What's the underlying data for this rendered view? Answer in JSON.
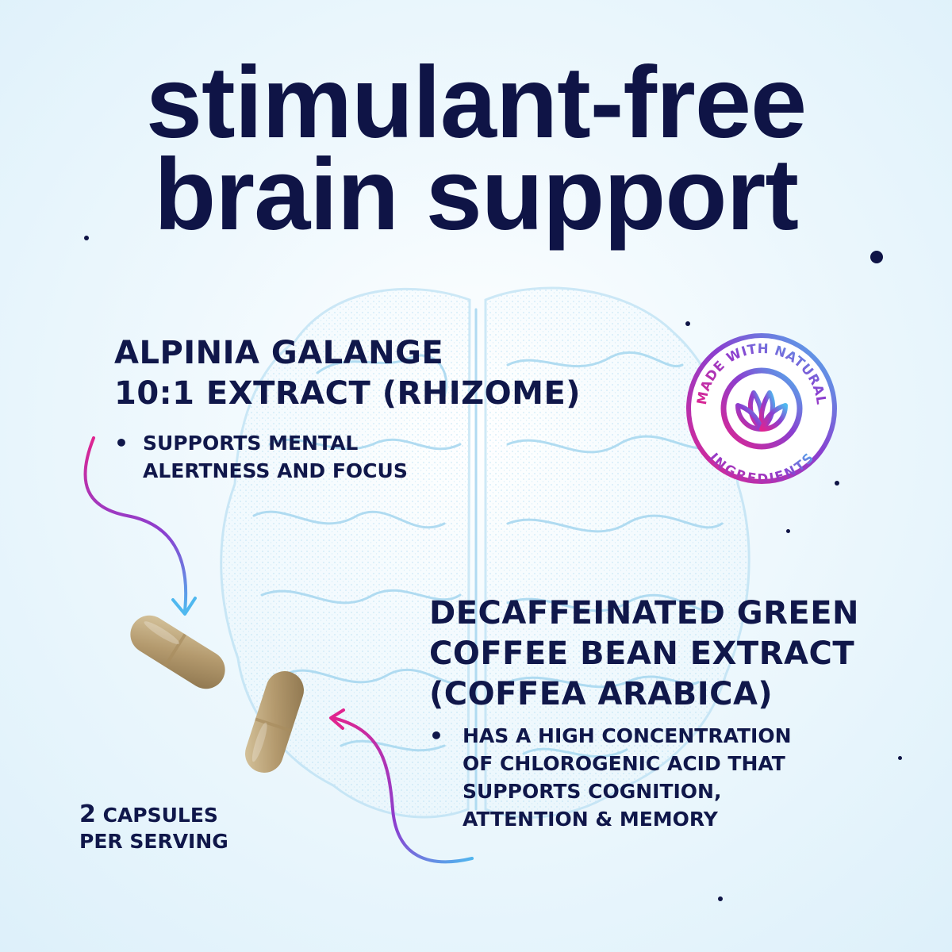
{
  "headline": {
    "line1": "stimulant-free",
    "line2": "brain support"
  },
  "ingredient_1": {
    "title_line1": "ALPINIA GALANGE",
    "title_line2": "10:1 EXTRACT (RHIZOME)",
    "bullet_line1": "SUPPORTS MENTAL",
    "bullet_line2": "ALERTNESS AND FOCUS"
  },
  "ingredient_2": {
    "title_line1": "DECAFFEINATED GREEN",
    "title_line2": "COFFEE BEAN EXTRACT",
    "title_line3": "(COFFEA ARABICA)",
    "bullet_line1": "HAS A HIGH CONCENTRATION",
    "bullet_line2": "OF CHLOROGENIC ACID THAT",
    "bullet_line3": "SUPPORTS COGNITION,",
    "bullet_line4": "ATTENTION & MEMORY"
  },
  "bullet_symbol": "•",
  "serving": {
    "count": "2",
    "line1_rest": "CAPSULES",
    "line2": "PER SERVING"
  },
  "badge": {
    "top_text": "MADE WITH NATURAL",
    "bottom_text": "INGREDIENTS",
    "icon": "leaf-icon"
  },
  "colors": {
    "text_navy": "#0f1446",
    "gradient_pink": "#e0248f",
    "gradient_purple": "#8a3fd0",
    "gradient_blue": "#4fb8ef",
    "brain_line": "#a9d8f0",
    "capsule": "#b49a6e"
  }
}
